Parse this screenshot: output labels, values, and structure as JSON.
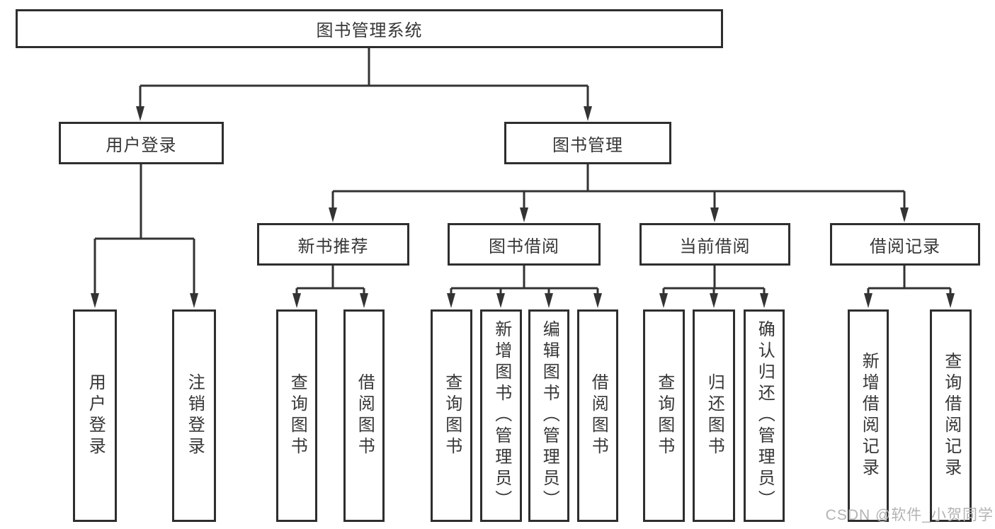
{
  "colors": {
    "line": "#333333",
    "box_border": "#2e2e2e",
    "text": "#363636",
    "watermark": "#b3b3b3",
    "background": "#ffffff"
  },
  "watermark": {
    "text": "CSDN @软件_小贺同学"
  },
  "tree": {
    "root": {
      "label": "图书管理系统"
    },
    "branches": [
      {
        "label": "用户登录",
        "children": [
          {
            "label": "用户登录"
          },
          {
            "label": "注销登录"
          }
        ]
      },
      {
        "label": "图书管理",
        "children": [
          {
            "label": "新书推荐",
            "children": [
              {
                "label": "查询图书"
              },
              {
                "label": "借阅图书"
              }
            ]
          },
          {
            "label": "图书借阅",
            "children": [
              {
                "label": "查询图书"
              },
              {
                "label": "新增图书（管理员）"
              },
              {
                "label": "编辑图书（管理员）"
              },
              {
                "label": "借阅图书"
              }
            ]
          },
          {
            "label": "当前借阅",
            "children": [
              {
                "label": "查询图书"
              },
              {
                "label": "归还图书"
              },
              {
                "label": "确认归还（管理员）"
              }
            ]
          },
          {
            "label": "借阅记录",
            "children": [
              {
                "label": "新增借阅记录"
              },
              {
                "label": "查询借阅记录"
              }
            ]
          }
        ]
      }
    ]
  }
}
